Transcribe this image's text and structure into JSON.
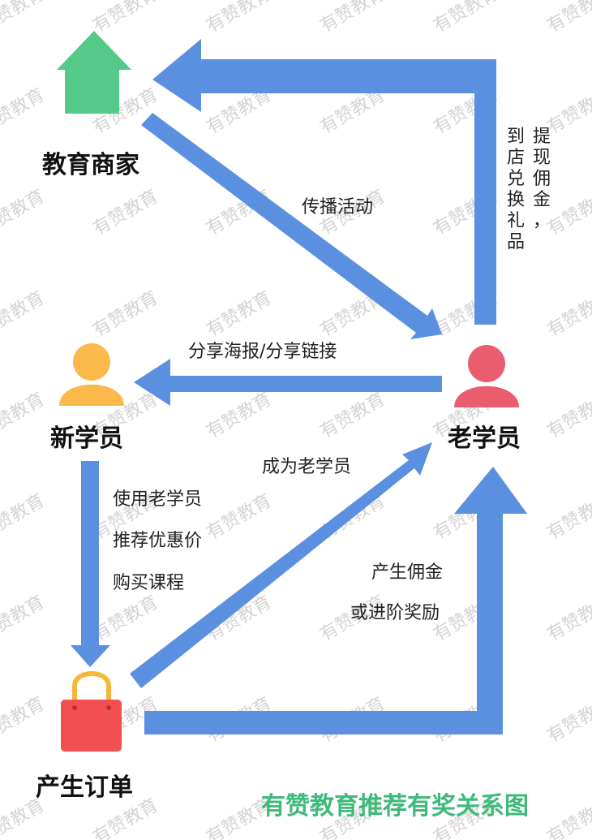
{
  "colors": {
    "arrow": "#5b8fe0",
    "house": "#55c98a",
    "new_student": "#fbb94c",
    "old_student": "#ea5d6f",
    "bag": "#f25050",
    "bag_handle": "#f5b83a",
    "title": "#3fba7a",
    "watermark": "#d4d4d4"
  },
  "watermark": "有赞教育",
  "nodes": {
    "merchant": {
      "label": "教育商家",
      "icon": "house-icon"
    },
    "new_student": {
      "label": "新学员",
      "icon": "person-icon"
    },
    "old_student": {
      "label": "老学员",
      "icon": "person-icon"
    },
    "order": {
      "label": "产生订单",
      "icon": "shopping-bag-icon"
    }
  },
  "edges": {
    "spread": {
      "lines": [
        "传播活动"
      ]
    },
    "withdraw": {
      "lines": [
        "提现佣金，",
        "到店兑换礼品"
      ]
    },
    "share": {
      "lines": [
        "分享海报/分享链接"
      ]
    },
    "discount": {
      "lines": [
        "使用老学员",
        "推荐优惠价",
        "购买课程"
      ]
    },
    "become": {
      "lines": [
        "成为老学员"
      ]
    },
    "commission": {
      "lines": [
        "产生佣金",
        "或进阶奖励"
      ]
    }
  },
  "title": "有赞教育推荐有奖关系图"
}
